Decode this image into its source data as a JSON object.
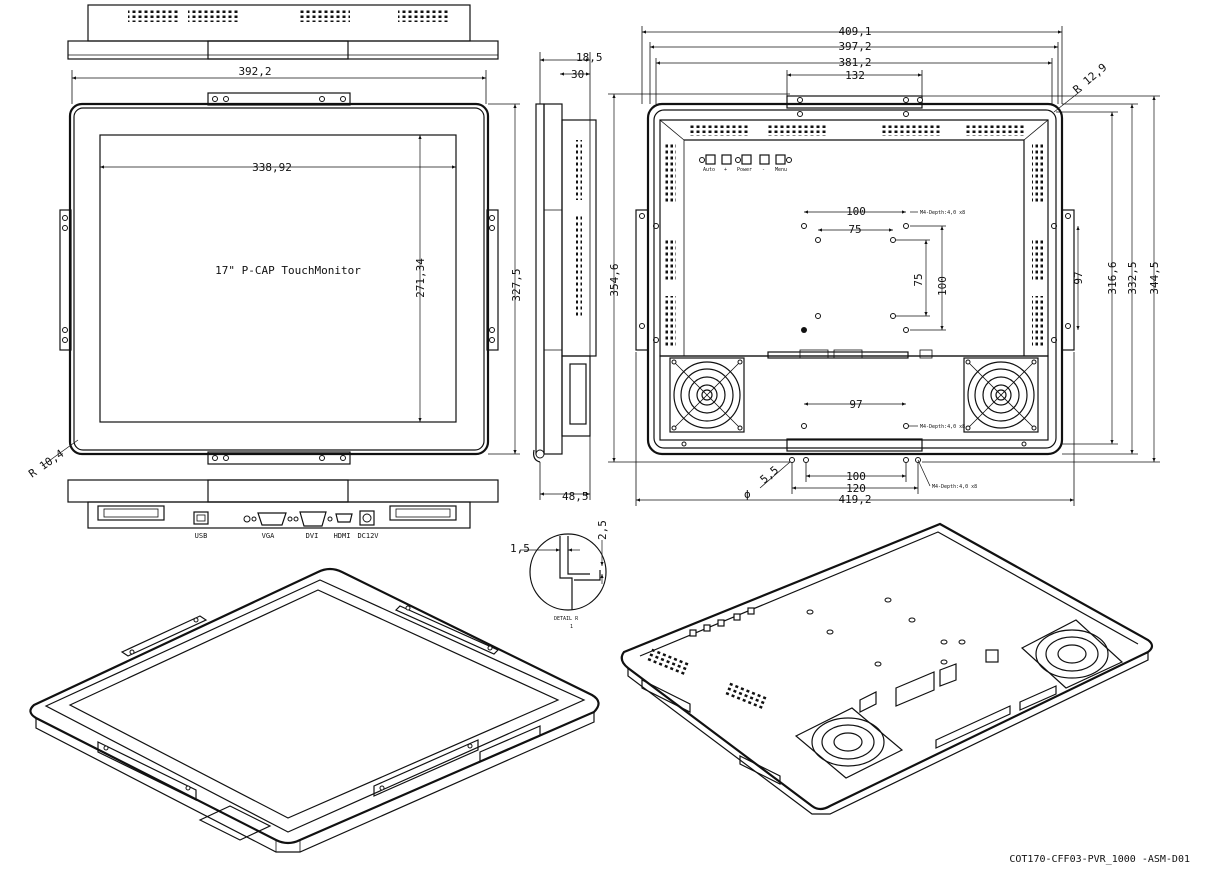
{
  "front_view": {
    "label": "17\" P-CAP TouchMonitor",
    "dim_width": "392,2",
    "dim_active_w": "338,92",
    "dim_active_h": "271,34",
    "dim_height": "327,5",
    "dim_radius": "R 10,4"
  },
  "side_view": {
    "dim_depth_total": "18,5",
    "dim_depth_30": "30",
    "dim_depth_bottom": "48,5"
  },
  "bottom_ports": {
    "usb": "USB",
    "vga": "VGA",
    "dvi": "DVI",
    "hdmi": "HDMI",
    "dc": "DC12V"
  },
  "rear_view": {
    "dim_409": "409,1",
    "dim_397": "397,2",
    "dim_381": "381,2",
    "dim_132": "132",
    "dim_r129": "R 12,9",
    "dim_354": "354,6",
    "dim_316": "316,6",
    "dim_332": "332,5",
    "dim_344": "344,5",
    "dim_97v": "97",
    "dim_100h": "100",
    "dim_75h": "75",
    "dim_75v": "75",
    "dim_100v": "100",
    "dim_97h": "97",
    "dim_100b": "100",
    "dim_120": "120",
    "dim_419": "419,2",
    "dim_phi": "ϕ",
    "dim_55": "5,5",
    "note_m4_top": "M4-Depth:4,0 x8",
    "note_m4_mid": "M4-Depth:4,0 x8",
    "note_m4_bottom": "M4-Depth:4,0 x8",
    "osd_auto": "Auto",
    "osd_plus": "+",
    "osd_power": "Power",
    "osd_minus": "-",
    "osd_menu": "Menu"
  },
  "detail": {
    "dim_15": "1,5",
    "dim_25": "2,5",
    "label": "DETAIL R",
    "scale": "1"
  },
  "footer": {
    "drawing_id": "COT170-CFF03-PVR_1000 -ASM-D01"
  }
}
